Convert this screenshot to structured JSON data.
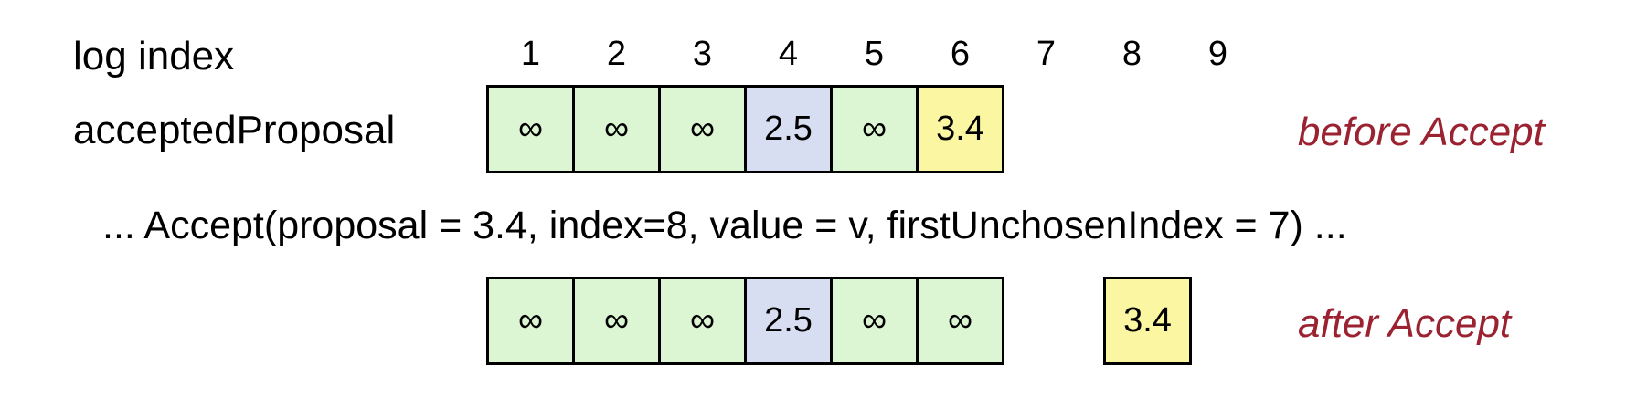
{
  "labels": {
    "log_index": "log index",
    "accepted_proposal": "acceptedProposal"
  },
  "indices": [
    "1",
    "2",
    "3",
    "4",
    "5",
    "6",
    "7",
    "8",
    "9"
  ],
  "before": {
    "cells": [
      {
        "value": "∞",
        "color": "#dcf5d2"
      },
      {
        "value": "∞",
        "color": "#dcf5d2"
      },
      {
        "value": "∞",
        "color": "#dcf5d2"
      },
      {
        "value": "2.5",
        "color": "#d8def2"
      },
      {
        "value": "∞",
        "color": "#dcf5d2"
      },
      {
        "value": "3.4",
        "color": "#fbf6a2"
      }
    ],
    "label": "before Accept"
  },
  "call": "...  Accept(proposal = 3.4, index=8, value = v, firstUnchosenIndex = 7)  ...",
  "after": {
    "cells": [
      {
        "value": "∞",
        "color": "#dcf5d2"
      },
      {
        "value": "∞",
        "color": "#dcf5d2"
      },
      {
        "value": "∞",
        "color": "#dcf5d2"
      },
      {
        "value": "2.5",
        "color": "#d8def2"
      },
      {
        "value": "∞",
        "color": "#dcf5d2"
      },
      {
        "value": "∞",
        "color": "#dcf5d2"
      }
    ],
    "extra_cell": {
      "value": "3.4",
      "color": "#fbf6a2"
    },
    "label": "after Accept"
  }
}
